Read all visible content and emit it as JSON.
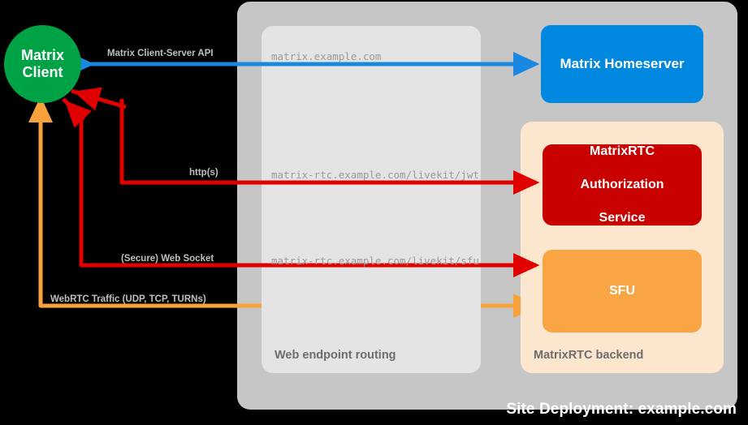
{
  "diagram": {
    "title": "Site Deployment: example.com",
    "nodes": {
      "client": {
        "line1": "Matrix",
        "line2": "Client",
        "color": "#00a246"
      },
      "homeserver": {
        "label": "Matrix Homeserver",
        "color": "#0087e0"
      },
      "auth_service": {
        "line1": "MatrixRTC",
        "line2": "Authorization",
        "line3": "Service",
        "color": "#c80000"
      },
      "sfu": {
        "label": "SFU",
        "color": "#f9a544"
      }
    },
    "groups": {
      "site": {
        "label": "Site Deployment: example.com",
        "color": "#c6c6c6"
      },
      "routing": {
        "label": "Web endpoint routing",
        "color": "#e4e4e4"
      },
      "backend": {
        "label": "MatrixRTC backend",
        "color": "#fce6cd"
      }
    },
    "flows": [
      {
        "id": "cs-api",
        "protocol": "Matrix Client-Server API",
        "endpoint": "matrix.example.com",
        "color": "#1a87e0"
      },
      {
        "id": "jwt",
        "protocol": "http(s)",
        "endpoint": "matrix-rtc.example.com/livekit/jwt",
        "color": "#e00000"
      },
      {
        "id": "sfu-ws",
        "protocol": "(Secure) Web Socket",
        "endpoint": "matrix-rtc.example.com/livekit/sfu",
        "color": "#e00000"
      },
      {
        "id": "webrtc",
        "protocol": "WebRTC Traffic (UDP, TCP, TURNs)",
        "endpoint": "",
        "color": "#f9a23c"
      }
    ]
  }
}
